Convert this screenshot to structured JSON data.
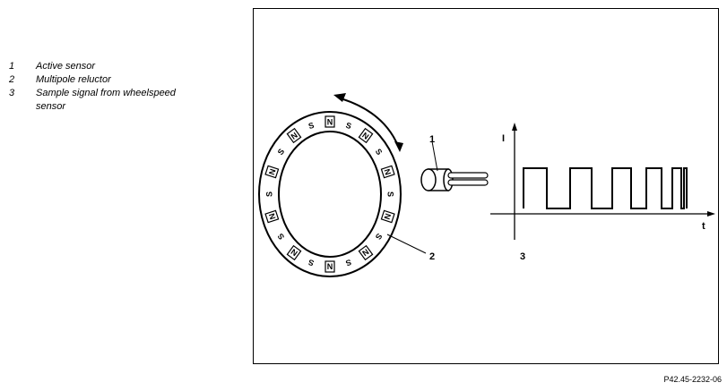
{
  "legend": [
    {
      "num": "1",
      "text": "Active sensor"
    },
    {
      "num": "2",
      "text": "Multipole reluctor"
    },
    {
      "num": "3",
      "text": "Sample signal from wheelspeed sensor"
    }
  ],
  "callouts": {
    "sensor": "1",
    "reluctor": "2",
    "signal": "3"
  },
  "axes": {
    "y": "I",
    "x": "t"
  },
  "ring": {
    "count": 20,
    "pattern": [
      "N",
      "S"
    ]
  },
  "reference": "P42.45-2232-06"
}
